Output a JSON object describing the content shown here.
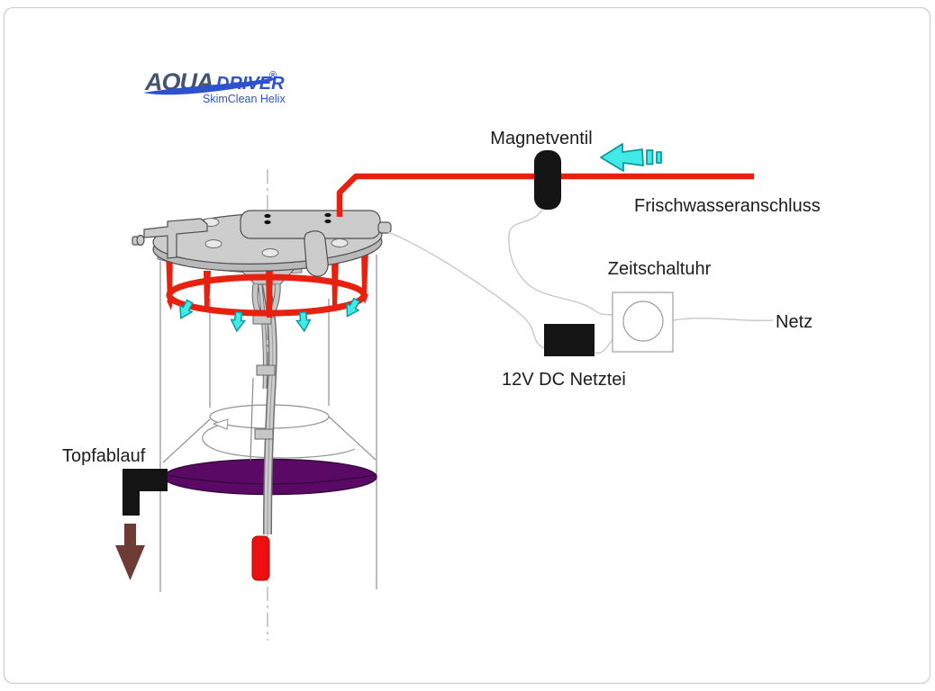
{
  "page": {
    "background": "#ffffff",
    "border_color": "#cdcdcd"
  },
  "logo": {
    "brand_aqua": "AQUA",
    "brand_driver": "DRIVER",
    "registered_mark": "®",
    "subtitle": "SkimClean Helix",
    "aqua_color": "#475471",
    "driver_color": "#2e52cc"
  },
  "labels": {
    "magnetventil": "Magnetventil",
    "frischwasseranschluss": "Frischwasseranschluss",
    "zeitschaltuhr": "Zeitschaltuhr",
    "netz": "Netz",
    "netzteil_12v": "12V DC Netztei",
    "topfablauf": "Topfablauf"
  },
  "colors": {
    "pipe_red": "#e8200e",
    "component_black": "#141414",
    "flow_cyan": "#41e9e7",
    "flow_cyan_stroke": "#0d98a0",
    "sludge_purple": "#5a0a64",
    "sludge_purple_dark": "#37063e",
    "drain_arrow_brown": "#6f3b35",
    "handle_red": "#ee1010",
    "cable_gray": "#c8c8c8",
    "body_gray": "#cbcbcb"
  },
  "icons": {
    "flow_direction_arrow": "left-arrow",
    "spray_arrows": "down-arrow",
    "drain_arrow": "down-arrow",
    "timer_dial": "circle-dial"
  }
}
